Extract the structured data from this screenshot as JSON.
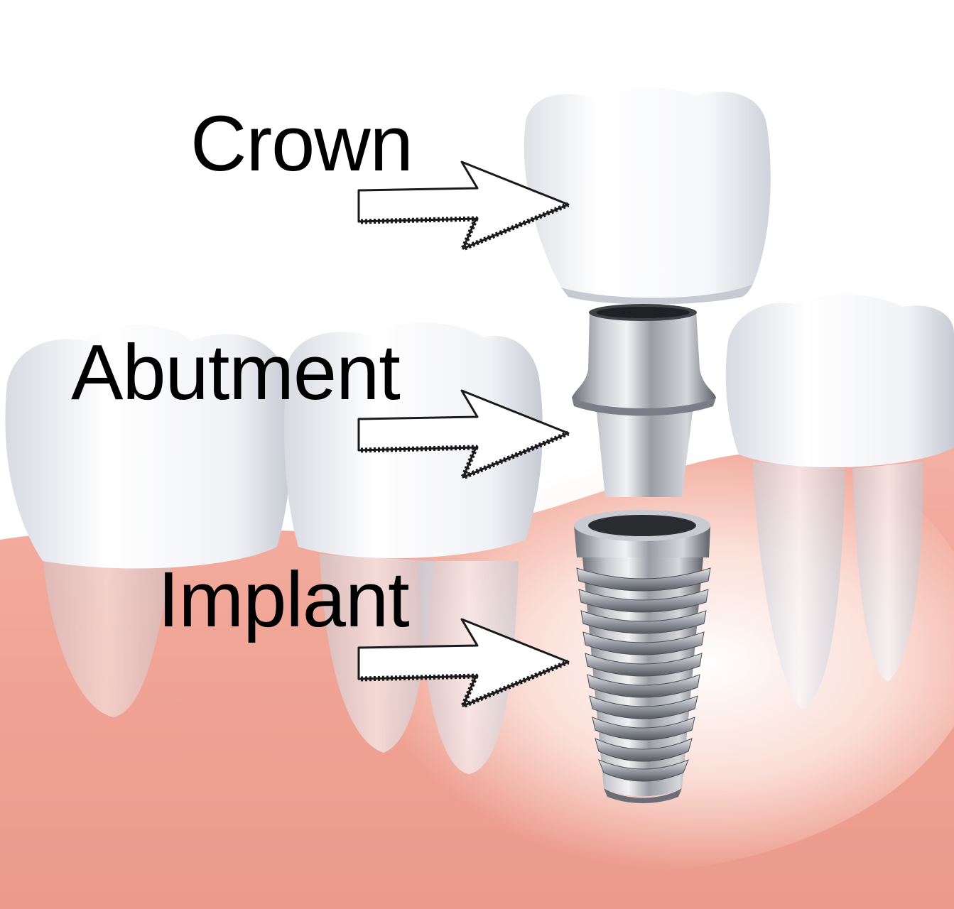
{
  "diagram": {
    "labels": {
      "crown": "Crown",
      "abutment": "Abutment",
      "implant": "Implant"
    },
    "components": [
      "crown-icon",
      "abutment-icon",
      "implant-screw-icon",
      "natural-tooth-icon",
      "gum-icon",
      "arrow-icon"
    ],
    "colors": {
      "label_text": "#000000",
      "gum": "#f0a89a",
      "gum_light": "#fbd9cf",
      "tooth": "#f4f5f8",
      "tooth_shadow": "#c9ccd6",
      "metal": "#a9acb3",
      "metal_dark": "#55585f",
      "arrow_stroke": "#1a1a1a"
    }
  }
}
